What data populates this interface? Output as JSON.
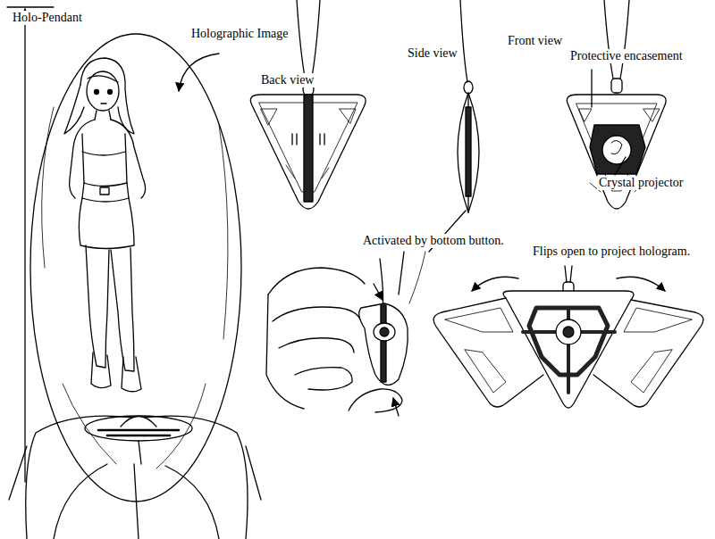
{
  "diagram": {
    "labels": [
      "Holo-Pendant",
      "Holographic Image",
      "Back view",
      "Side view",
      "Front view",
      "Protective encasement",
      "Crystal projector",
      "Activated by bottom button.",
      "Flips open to project hologram."
    ]
  }
}
